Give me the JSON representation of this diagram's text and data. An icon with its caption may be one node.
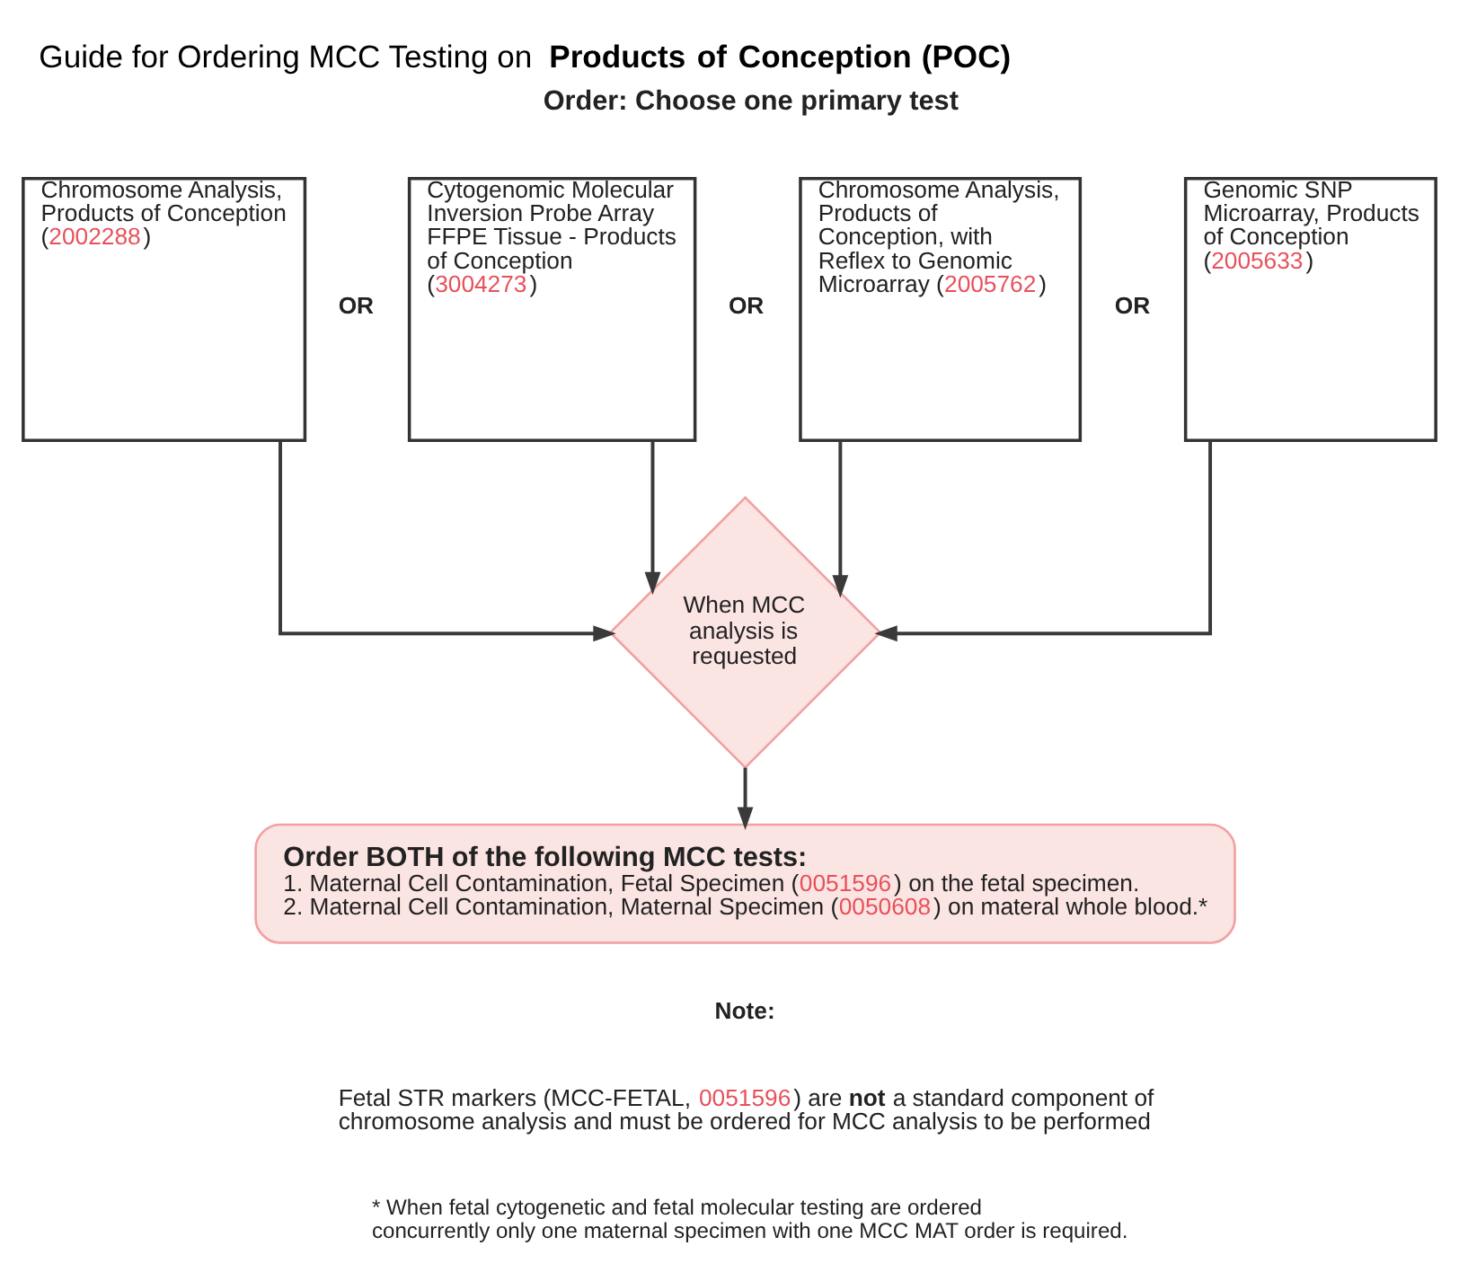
{
  "diagram": {
    "title": "Guide for Ordering MCC Testing on **Products of Conception (POC)**",
    "nodes": [
      {
        "text": [
          "Chromosome Analysis, Products of Conception (2002288)"
        ]
      },
      {
        "text": [
          "Cytogenomic Molecular Inversion Probe Array FFPE Tissue - Products of Conception (3004273)"
        ]
      },
      {
        "text": [
          "Chromosome Analysis, Products of Conception, with Reflex to Genomic Microarray (2005762)"
        ]
      },
      {
        "text": [
          "Genomic SNP Microarray, Products of Conception (2005633)"
        ]
      },
      {
        "text": [
          "When MCC analysis is requested"
        ]
      },
      {
        "text": [
          "Order BOTH of the following MCC tests:",
          "1. Maternal Cell Contamination, Fetal Specimen (0051596) on the fetal specimen.",
          "2. Maternal Cell Contamination, Maternal Specimen (0050608) on materal whole blood.*"
        ]
      }
    ],
    "edges": [
      {
        "from": 0,
        "to": 4,
        "arrow": "to"
      },
      {
        "from": 1,
        "to": 4,
        "arrow": "to"
      },
      {
        "from": 2,
        "to": 4,
        "arrow": "to"
      },
      {
        "from": 3,
        "to": 4,
        "arrow": "to"
      },
      {
        "from": 4,
        "to": 5,
        "arrow": "to"
      }
    ],
    "labels": [
      "Order: Choose one primary test",
      "OR",
      "OR",
      "OR",
      "Note:",
      "Fetal STR markers (MCC-FETAL, 0051596) are **not** a standard component of chromosome analysis and must be ordered for MCC analysis to be performed",
      "* When fetal cytogenetic and fetal molecular testing are ordered concurrently only one maternal specimen with one MCC MAT order is required."
    ]
  }
}
